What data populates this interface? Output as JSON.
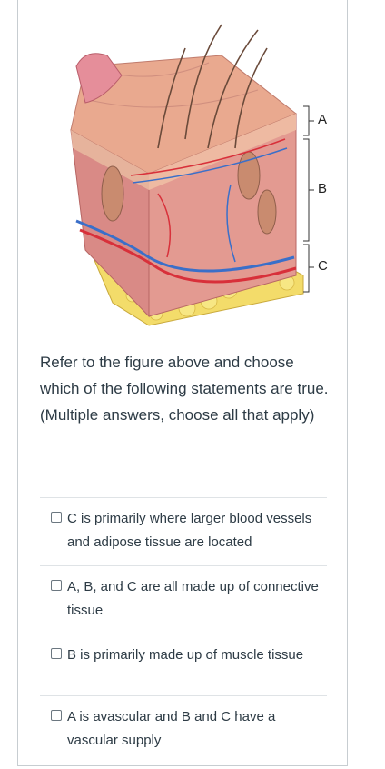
{
  "figure": {
    "labels": {
      "a": "A",
      "b": "B",
      "c": "C"
    }
  },
  "question": {
    "text": "Refer to the figure above and choose which of the following statements are true. (Multiple answers, choose all that apply)"
  },
  "answers": [
    {
      "text": "C is primarily where larger blood vessels and adipose tissue are located",
      "checked": false
    },
    {
      "text": "A, B, and C are all made up of connective tissue",
      "checked": false
    },
    {
      "text": "B is primarily made up of muscle tissue",
      "checked": false
    },
    {
      "text": "A is avascular and B and C have a vascular supply",
      "checked": false
    }
  ],
  "colors": {
    "text": "#2d3b45",
    "border": "#c7cdd1",
    "epidermis": "#e9a98f",
    "dermis": "#d98a86",
    "adipose": "#f3dc6a",
    "artery": "#d8303a",
    "vein": "#3a6fc9"
  }
}
